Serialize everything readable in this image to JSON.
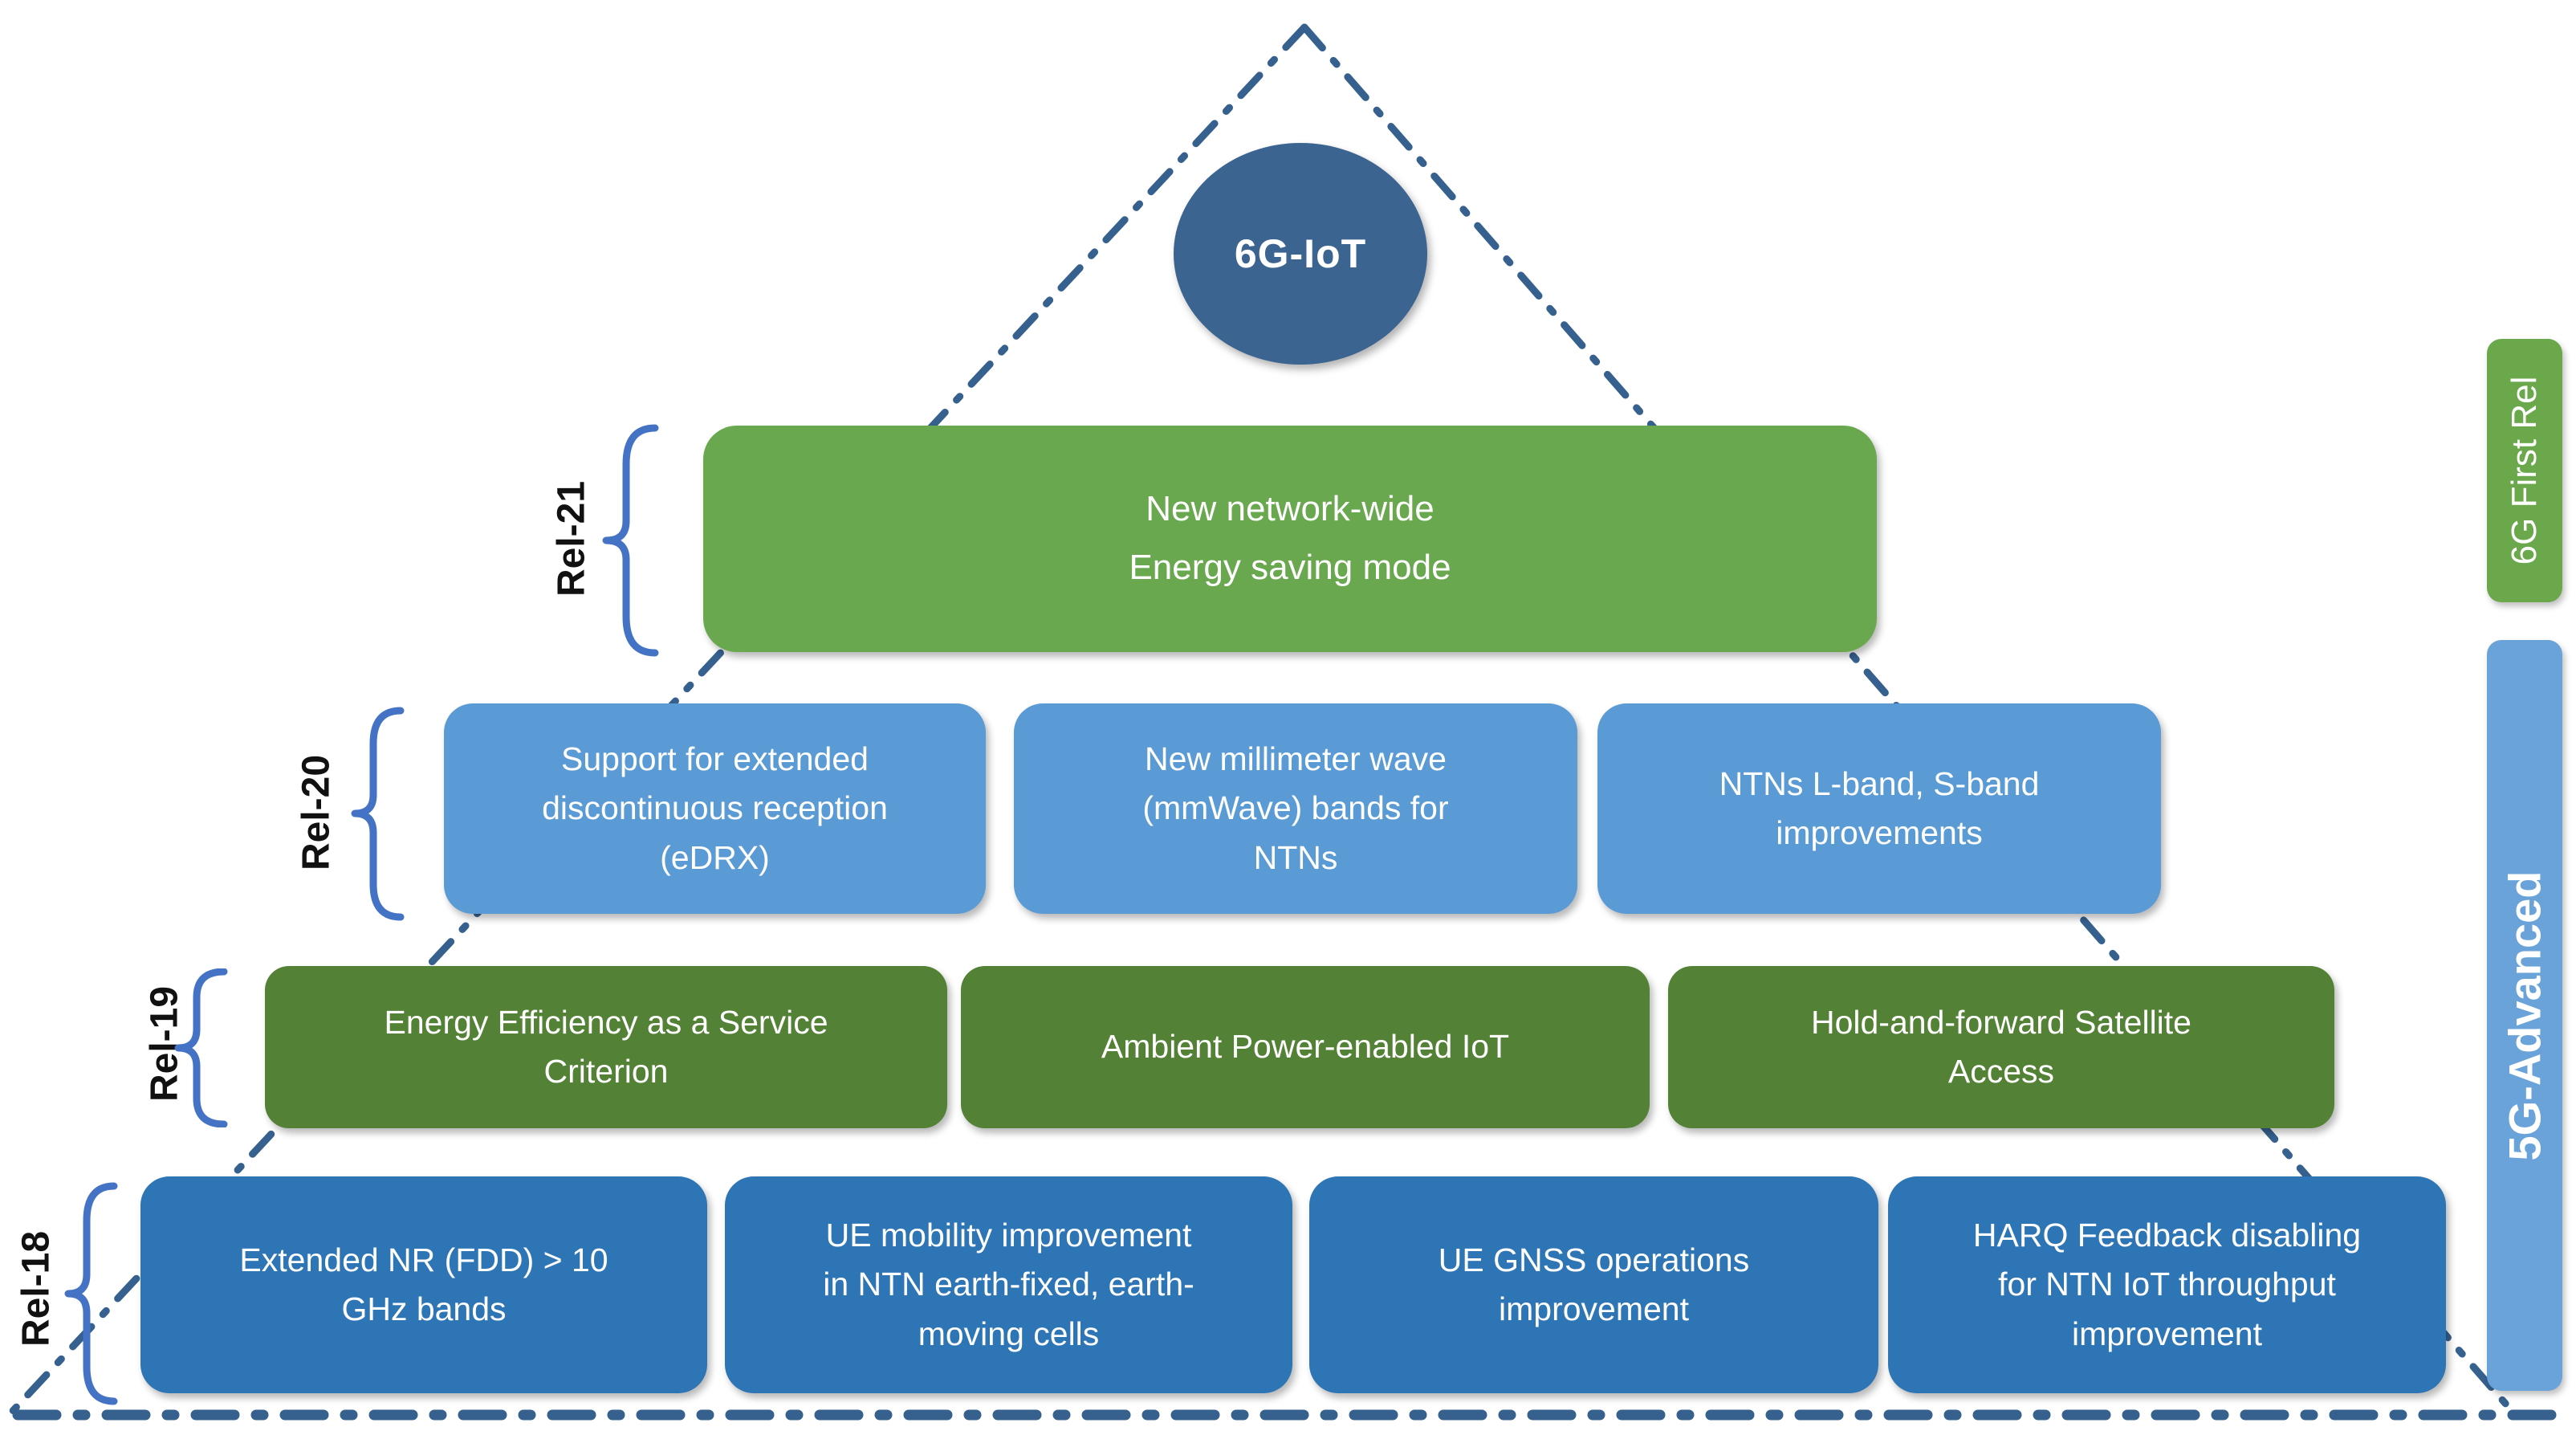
{
  "colors": {
    "circle": "#3c6490",
    "rel21-green": "#6aa84f",
    "rel20-blue": "#5b9bd5",
    "rel19-green": "#538135",
    "rel18-blue": "#2e75b6",
    "side-green": "#6ba84c",
    "side-blue": "#69a3da",
    "dash-line": "#36618e",
    "brace-blue": "#4472c4",
    "label-text": "#111111"
  },
  "apex": {
    "label": "6G-IoT"
  },
  "side_bars": [
    {
      "label": "6G First Rel"
    },
    {
      "label": "5G-Advanced"
    }
  ],
  "rows": [
    {
      "label": "Rel-21",
      "boxes": [
        "New network-wide\nEnergy saving mode"
      ]
    },
    {
      "label": "Rel-20",
      "boxes": [
        "Support for extended\ndiscontinuous reception\n(eDRX)",
        "New millimeter wave\n(mmWave) bands for\nNTNs",
        "NTNs L-band, S-band\nimprovements"
      ]
    },
    {
      "label": "Rel-19",
      "boxes": [
        "Energy Efficiency as a Service\nCriterion",
        "Ambient Power-enabled IoT",
        "Hold-and-forward Satellite\nAccess"
      ]
    },
    {
      "label": "Rel-18",
      "boxes": [
        "Extended NR (FDD) > 10\nGHz bands",
        "UE mobility improvement\nin NTN earth-fixed, earth-\nmoving cells",
        "UE GNSS operations\nimprovement",
        "HARQ Feedback disabling\nfor NTN IoT throughput\nimprovement"
      ]
    }
  ]
}
